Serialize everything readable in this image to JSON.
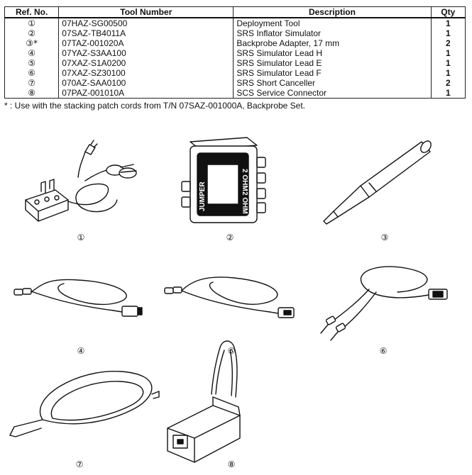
{
  "table": {
    "headers": [
      "Ref. No.",
      "Tool Number",
      "Description",
      "Qty"
    ],
    "rows": [
      {
        "ref": "①",
        "number": "07HAZ-SG00500",
        "description": "Deployment Tool",
        "qty": "1"
      },
      {
        "ref": "②",
        "number": "07SAZ-TB4011A",
        "description": "SRS Inflator Simulator",
        "qty": "1"
      },
      {
        "ref": "③*",
        "number": "07TAZ-001020A",
        "description": "Backprobe Adapter, 17 mm",
        "qty": "2"
      },
      {
        "ref": "④",
        "number": "07YAZ-S3AA100",
        "description": "SRS Simulator Lead H",
        "qty": "1"
      },
      {
        "ref": "⑤",
        "number": "07XAZ-S1A0200",
        "description": "SRS Simulator Lead E",
        "qty": "1"
      },
      {
        "ref": "⑥",
        "number": "07XAZ-SZ30100",
        "description": "SRS Simulator Lead F",
        "qty": "1"
      },
      {
        "ref": "⑦",
        "number": "070AZ-SAA0100",
        "description": "SRS Short Canceller",
        "qty": "2"
      },
      {
        "ref": "⑧",
        "number": "07PAZ-001010A",
        "description": "SCS Service Connector",
        "qty": "1"
      }
    ]
  },
  "footnote": "* : Use with the stacking patch cords from T/N 07SAZ-001000A, Backprobe Set.",
  "simulator_labels": {
    "side_top": "2 OHM",
    "side_bottom": "2 OHM",
    "side_left": "JUMPER"
  },
  "figure_labels": [
    "①",
    "②",
    "③",
    "④",
    "⑤",
    "⑥",
    "⑦",
    "⑧"
  ]
}
